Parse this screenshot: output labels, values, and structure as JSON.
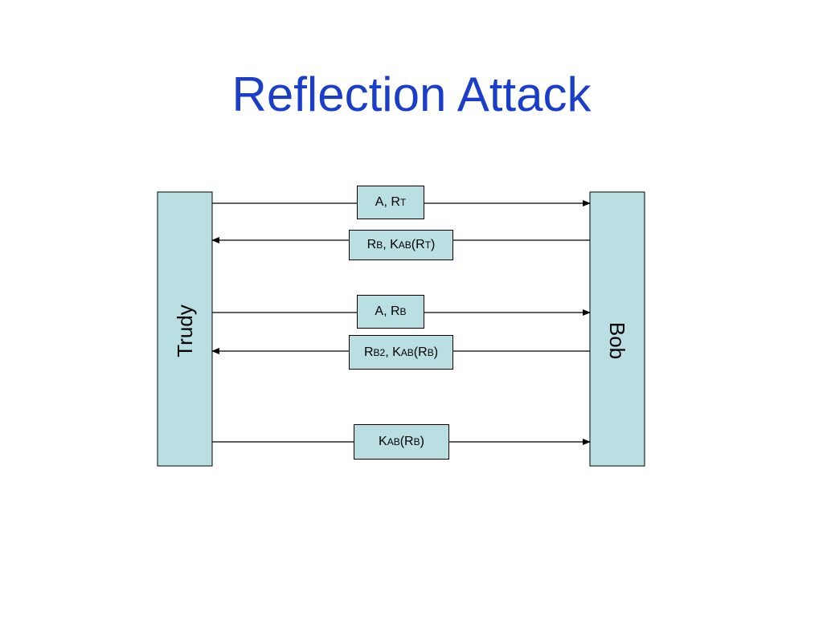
{
  "slide": {
    "title": "Reflection Attack",
    "title_color": "#1a3ec9"
  },
  "parties": {
    "left": "Trudy",
    "right": "Bob",
    "fill": "#b9dfe3"
  },
  "messages": [
    {
      "direction": "to-bob",
      "parts": [
        {
          "text": "A, R"
        },
        {
          "text": "T",
          "sub": true
        }
      ]
    },
    {
      "direction": "to-trudy",
      "parts": [
        {
          "text": "R"
        },
        {
          "text": "B",
          "sub": true
        },
        {
          "text": ", K"
        },
        {
          "text": "AB",
          "sub": true
        },
        {
          "text": "(R"
        },
        {
          "text": "T",
          "sub": true
        },
        {
          "text": ")"
        }
      ]
    },
    {
      "direction": "to-bob",
      "parts": [
        {
          "text": "A, R"
        },
        {
          "text": "B",
          "sub": true
        }
      ]
    },
    {
      "direction": "to-trudy",
      "parts": [
        {
          "text": "R"
        },
        {
          "text": "B2",
          "sub": true
        },
        {
          "text": ", K"
        },
        {
          "text": "AB",
          "sub": true
        },
        {
          "text": "(R"
        },
        {
          "text": "B",
          "sub": true
        },
        {
          "text": ")"
        }
      ]
    },
    {
      "direction": "to-bob",
      "parts": [
        {
          "text": "K"
        },
        {
          "text": "AB",
          "sub": true
        },
        {
          "text": "(R"
        },
        {
          "text": "B",
          "sub": true
        },
        {
          "text": ")"
        }
      ]
    }
  ],
  "colors": {
    "message_box_fill": "#b9dfe3",
    "line": "#000000"
  }
}
